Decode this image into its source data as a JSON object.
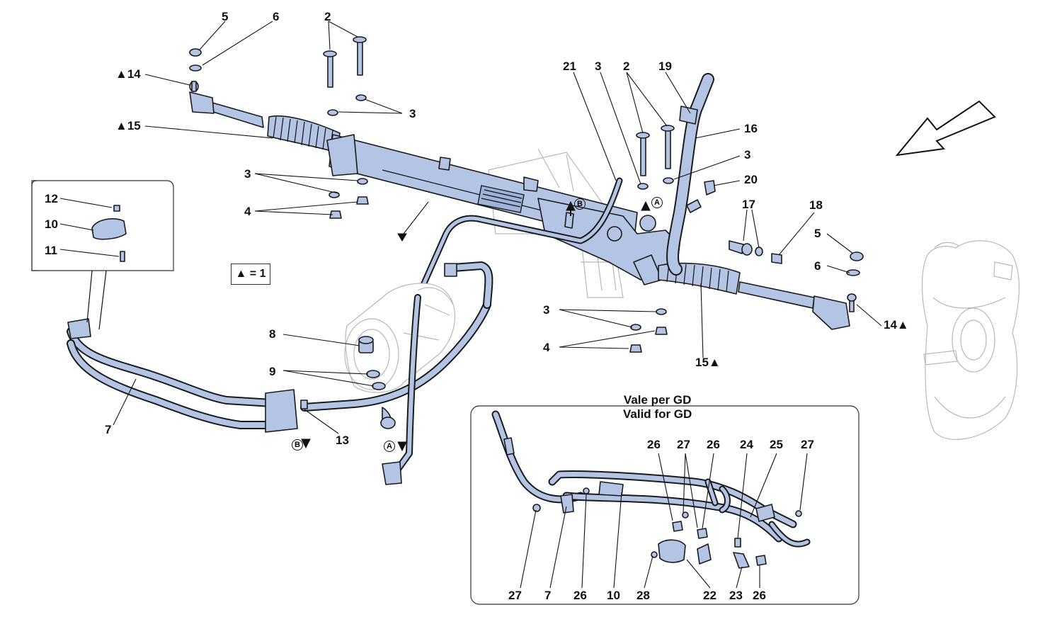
{
  "diagram": {
    "legend_text": "▲ = 1",
    "inset_gd": {
      "line1": "Vale per GD",
      "line2": "Valid for GD"
    },
    "callouts": {
      "c5a": "5",
      "c6a": "6",
      "c2a": "2",
      "c14a": "▲14",
      "c3a": "3",
      "c15a": "▲15",
      "c3b": "3",
      "c4a": "4",
      "c12": "12",
      "c10a": "10",
      "c11": "11",
      "c21": "21",
      "c3c": "3",
      "c2b": "2",
      "c19": "19",
      "c16": "16",
      "c3d": "3",
      "c20": "20",
      "c17": "17",
      "c18": "18",
      "c5b": "5",
      "c6b": "6",
      "c14b": "14▲",
      "c15b": "15▲",
      "c3e": "3",
      "c4b": "4",
      "c8": "8",
      "c9": "9",
      "c7a": "7",
      "c13": "13",
      "c26a": "26",
      "c27a": "27",
      "c26b": "26",
      "c24": "24",
      "c25": "25",
      "c27b": "27",
      "c27c": "27",
      "c7b": "7",
      "c26c": "26",
      "c10b": "10",
      "c28": "28",
      "c22": "22",
      "c23": "23",
      "c26d": "26"
    },
    "markers": {
      "a1": "A",
      "a2": "A",
      "b1": "B",
      "b2": "B"
    }
  },
  "colors": {
    "part_fill": "#b4c4e4",
    "part_stroke": "#1a1a1a",
    "line": "#111111",
    "ghost": "#bfbfbf"
  }
}
